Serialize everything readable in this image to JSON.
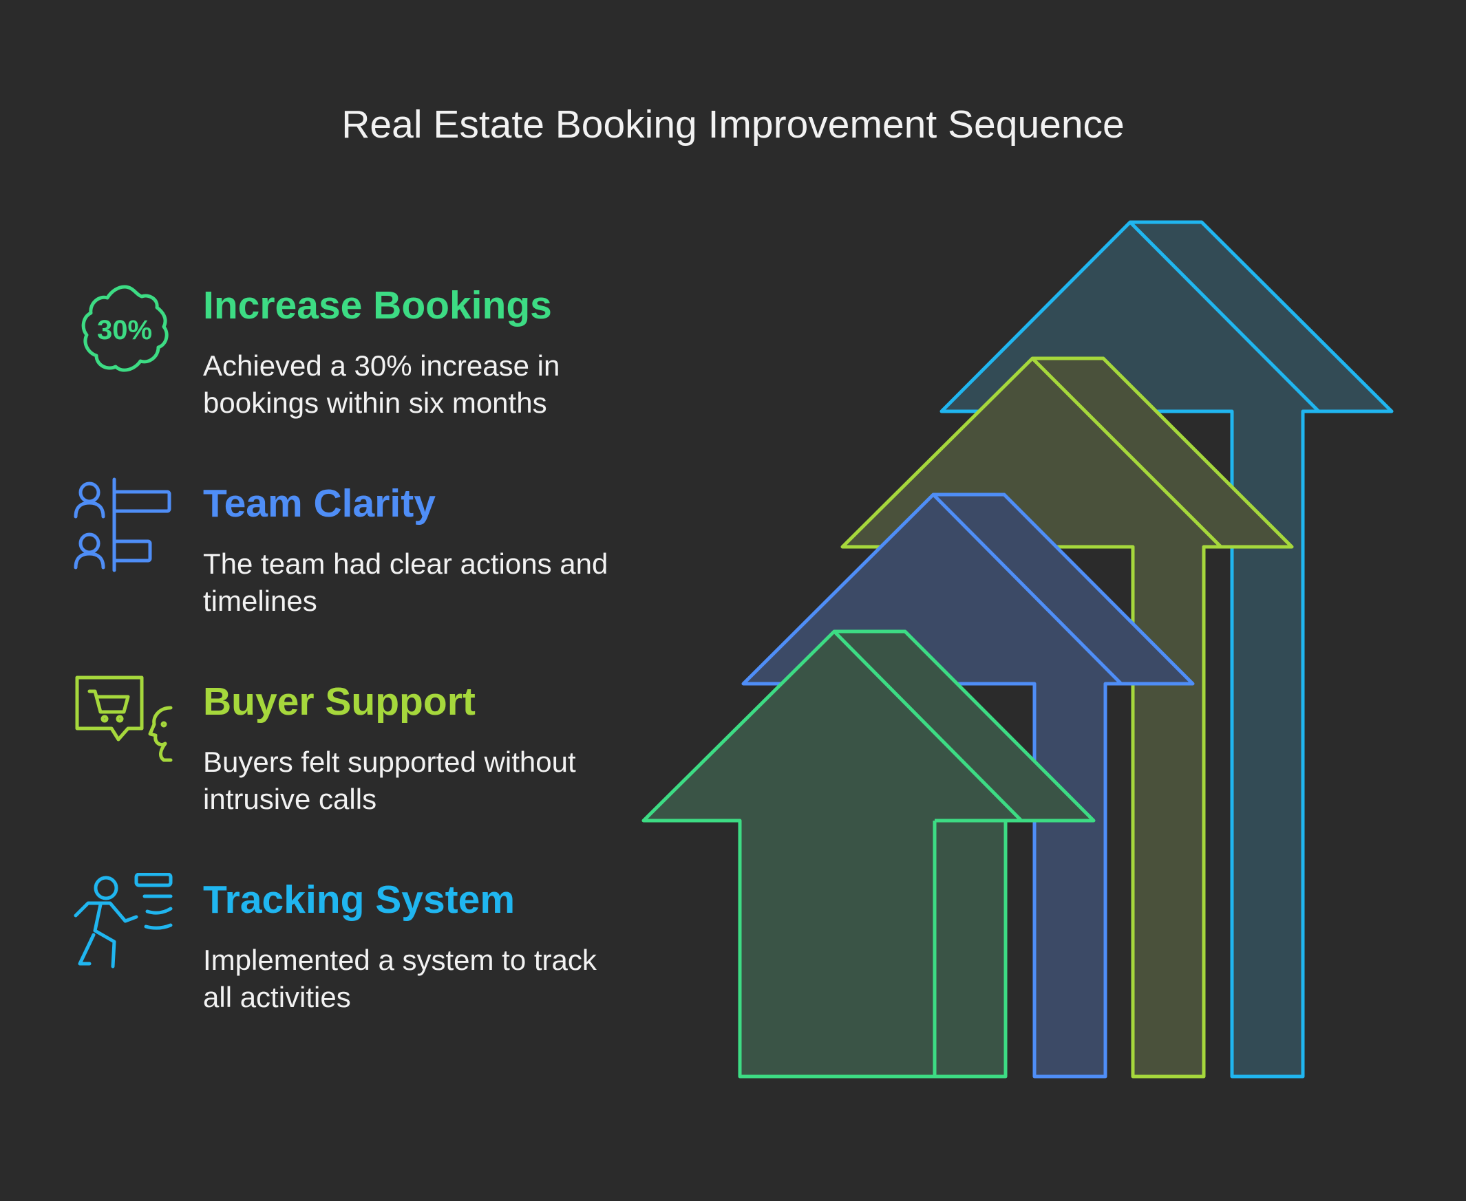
{
  "title": "Real Estate Booking Improvement Sequence",
  "items": [
    {
      "heading": "Increase Bookings",
      "description": "Achieved a 30% increase in bookings within six months",
      "icon": "badge-30-percent-icon",
      "badge_text": "30%",
      "color": "#3ddc84"
    },
    {
      "heading": "Team Clarity",
      "description": "The team had clear actions and timelines",
      "icon": "team-timeline-icon",
      "color": "#4f8ef7"
    },
    {
      "heading": "Buyer Support",
      "description": "Buyers felt supported without intrusive calls",
      "icon": "shopping-chat-icon",
      "color": "#a6d83c"
    },
    {
      "heading": "Tracking System",
      "description": "Implemented a system to track all activities",
      "icon": "running-tracker-icon",
      "color": "#20b6f0"
    }
  ],
  "arrows": [
    {
      "name": "tracking-system",
      "color": "#20b6f0",
      "fill": "#334b55"
    },
    {
      "name": "buyer-support",
      "color": "#a6d83c",
      "fill": "#4a513b"
    },
    {
      "name": "team-clarity",
      "color": "#4f8ef7",
      "fill": "#3c4a66"
    },
    {
      "name": "increase-bookings",
      "color": "#3ddc84",
      "fill": "#3a5446"
    }
  ]
}
